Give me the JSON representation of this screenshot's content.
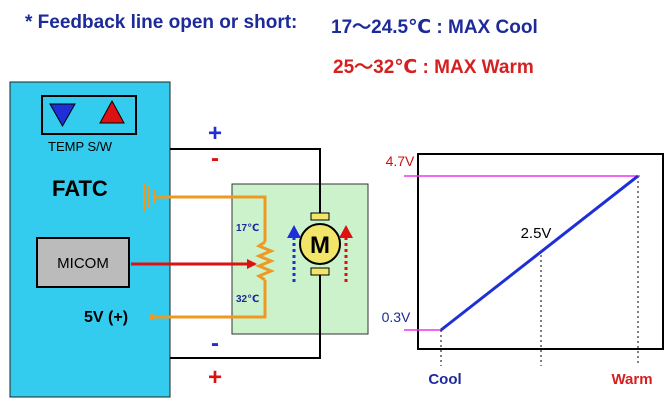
{
  "header": {
    "label": "* Feedback line open or short:",
    "cool_range": "17～24.5℃ : MAX Cool",
    "warm_range": "25～32℃ : MAX Warm"
  },
  "fatc": {
    "temp_sw_label": "TEMP S/W",
    "title": "FATC",
    "micom_label": "MICOM",
    "supply_label": "5V (+)"
  },
  "motor": {
    "symbol": "M",
    "temp_low": "17℃",
    "temp_high": "32℃"
  },
  "polarity": {
    "top_plus": "+",
    "top_minus": "-",
    "bottom_minus": "-",
    "bottom_plus": "+"
  },
  "colors": {
    "fatc_box": "#33ccee",
    "motor_box": "#ccf2cc",
    "feedback_wire": "#ee9922",
    "signal_wire": "#dd1111",
    "graph_line": "#1f2fd8",
    "ref_line": "#ee33ee",
    "cool_text": "#1d2a9a",
    "warm_text": "#d42020"
  },
  "chart_data": {
    "type": "line",
    "x": [
      "Cool",
      "Warm"
    ],
    "series": [
      {
        "values": [
          0.3,
          4.7
        ]
      }
    ],
    "y_ticks": [
      "4.7V",
      "0.3V"
    ],
    "annotation": "2.5V",
    "ylim": [
      0.3,
      4.7
    ]
  }
}
